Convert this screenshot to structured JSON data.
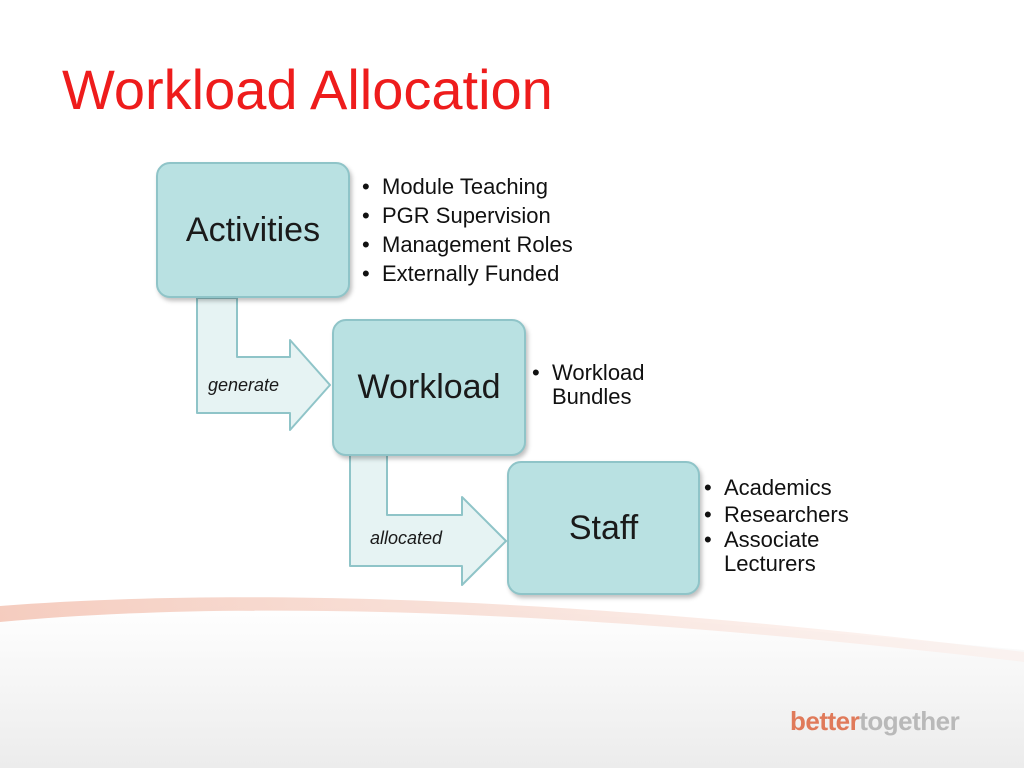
{
  "slide": {
    "title": "Workload Allocation"
  },
  "nodes": [
    {
      "label": "Activities",
      "items": [
        "Module Teaching",
        "PGR Supervision",
        "Management Roles",
        "Externally Funded"
      ]
    },
    {
      "label": "Workload",
      "items": [
        "Workload Bundles"
      ]
    },
    {
      "label": "Staff",
      "items": [
        "Academics",
        "Researchers",
        "Associate Lecturers"
      ]
    }
  ],
  "arrows": [
    {
      "label": "generate"
    },
    {
      "label": "allocated"
    }
  ],
  "logo": {
    "part1": "better",
    "part2": "together"
  },
  "colors": {
    "title": "#ee1c1c",
    "box_fill": "#b9e1e2",
    "box_border": "#8fc4c8",
    "arrow_fill": "#e6f3f3",
    "arrow_stroke": "#8fc4c8"
  }
}
